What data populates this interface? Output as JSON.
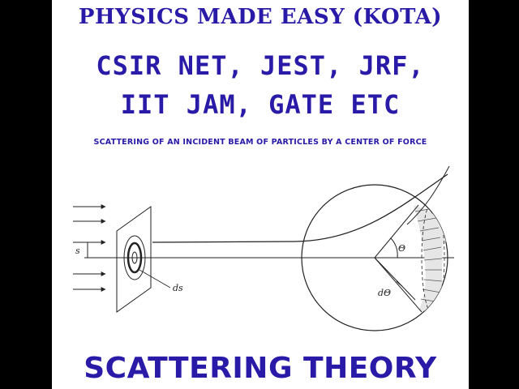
{
  "header": {
    "title": "PHYSICS MADE EASY (KOTA)",
    "line2": "CSIR NET, JEST, JRF,",
    "line3": "IIT JAM, GATE ETC",
    "subtitle": "SCATTERING OF AN INCIDENT BEAM OF PARTICLES BY A CENTER OF FORCE"
  },
  "diagram": {
    "label_s": "s",
    "label_ds": "ds",
    "label_theta": "Θ",
    "label_dtheta": "dΘ"
  },
  "footer": {
    "title": "SCATTERING THEORY"
  },
  "colors": {
    "frame": "#000000",
    "panel": "#ffffff",
    "text": "#2a1aa8",
    "ink": "#222222"
  }
}
